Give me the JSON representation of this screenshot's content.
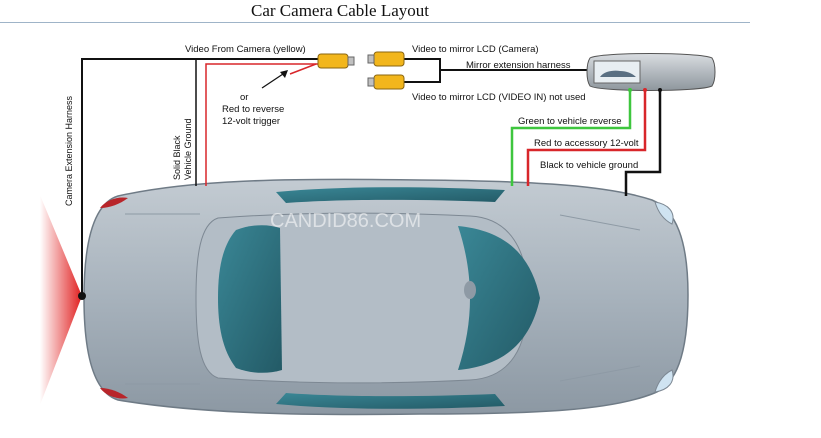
{
  "title": "Car Camera Cable Layout",
  "labels": {
    "video_from_camera": "Video From Camera (yellow)",
    "or": "or",
    "red_reverse_line1": "Red to reverse",
    "red_reverse_line2": "12-volt trigger",
    "video_mirror_camera": "Video to mirror LCD (Camera)",
    "mirror_extension": "Mirror extension harness",
    "video_mirror_video_in": "Video to mirror LCD (VIDEO IN) not used",
    "green_reverse": "Green to vehicle reverse",
    "red_accessory": "Red to accessory 12-volt",
    "black_ground": "Black to vehicle ground",
    "camera_harness": "Camera Extension Harness",
    "solid_black_line1": "Solid Black",
    "solid_black_line2": "Vehicle Ground"
  },
  "watermark": "CANDID86.COM",
  "colors": {
    "wire_black": "#111111",
    "wire_red": "#d8262a",
    "wire_green": "#3ec63e",
    "connector_yellow": "#f2b61c",
    "car_body": "#a5b0ba",
    "glass": "#2d6f7d",
    "camera_beam": "#e01f1f"
  }
}
